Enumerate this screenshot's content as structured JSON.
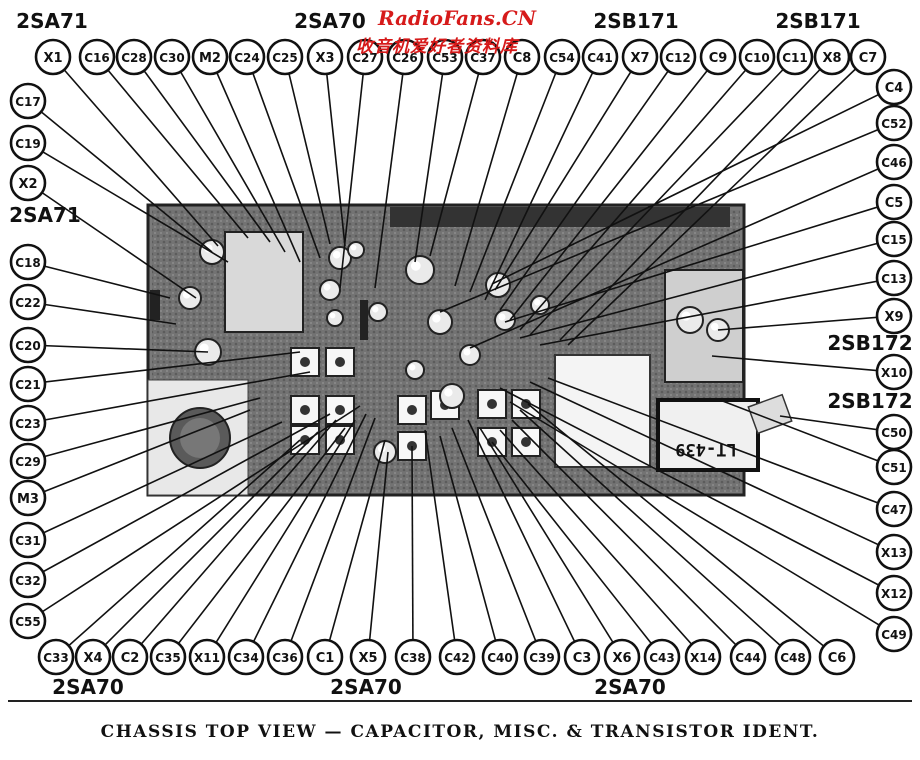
{
  "caption": "CHASSIS TOP VIEW — CAPACITOR, MISC. & TRANSISTOR IDENT.",
  "watermark": {
    "site": "RadioFans.CN",
    "text": "收音机爱好者资料库"
  },
  "transistor_labels": [
    "2SA71",
    "2SA70",
    "2SB171",
    "2SB171",
    "2SA71",
    "2SB172",
    "2SB172",
    "2SA70",
    "2SA70",
    "2SA70"
  ],
  "top_callouts": [
    "X1",
    "C16",
    "C28",
    "C30",
    "M2",
    "C24",
    "C25",
    "X3",
    "C27",
    "C26",
    "C53",
    "C37",
    "C8",
    "C54",
    "C41",
    "X7",
    "C12",
    "C9",
    "C10",
    "C11",
    "X8",
    "C7"
  ],
  "left_callouts": [
    "C17",
    "C19",
    "X2",
    "C18",
    "C22",
    "C20",
    "C21",
    "C23",
    "C29",
    "M3",
    "C31",
    "C32",
    "C55"
  ],
  "right_callouts": [
    "C4",
    "C52",
    "C46",
    "C5",
    "C15",
    "C13",
    "X9",
    "X10",
    "C50",
    "C51",
    "C47",
    "X13",
    "X12",
    "C49"
  ],
  "bottom_callouts": [
    "C33",
    "X4",
    "C2",
    "C35",
    "X11",
    "C34",
    "C36",
    "C1",
    "X5",
    "C38",
    "C42",
    "C40",
    "C39",
    "C3",
    "X6",
    "C43",
    "X14",
    "C44",
    "C48",
    "C6"
  ],
  "board_marking": "LT-439"
}
